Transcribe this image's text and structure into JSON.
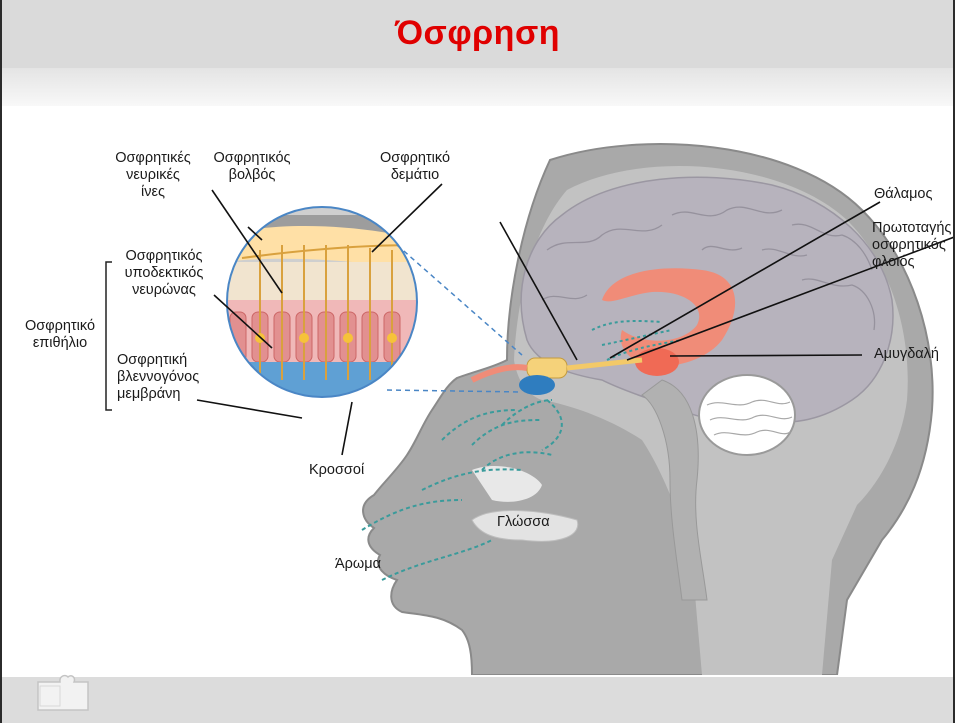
{
  "slide": {
    "title": "Όσφρηση",
    "title_color": "#e00000"
  },
  "labels": {
    "olfactory_nerve_fibers": "Οσφρητικές\nνευρικές\nίνες",
    "olfactory_bulb": "Οσφρητικός\nβολβός",
    "olfactory_tract": "Οσφρητικό\nδεμάτιο",
    "olfactory_receptor_neuron": "Οσφρητικός\nυποδεκτικός\nνευρώνας",
    "olfactory_epithelium": "Οσφρητικό\nεπιθήλιο",
    "olfactory_mucous_membrane": "Οσφρητική\nβλεννογόνος\nμεμβράνη",
    "cilia": "Κροσσοί",
    "thalamus": "Θάλαμος",
    "primary_olfactory_cortex": "Πρωτοταγής\nοσφρητικός\nφλοιός",
    "amygdala": "Αμυγδαλή",
    "tongue": "Γλώσσα",
    "odor": "Άρωμα"
  },
  "footer": {
    "logo_icon": "puzzle-piece-icon"
  }
}
